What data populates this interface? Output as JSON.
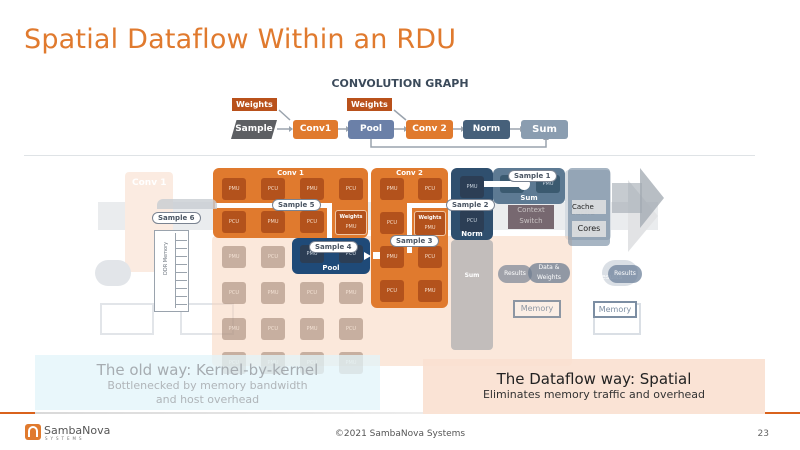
{
  "slide": {
    "title": "Spatial Dataflow Within an RDU",
    "page_number": "23",
    "copyright": "©2021 SambaNova Systems",
    "logo": {
      "name": "SambaNova",
      "sub": "SYSTEMS"
    }
  },
  "graph": {
    "title": "CONVOLUTION GRAPH",
    "weights_labels": [
      "Weights",
      "Weights"
    ],
    "nodes": [
      {
        "label": "Sample",
        "color": "#5d5f63"
      },
      {
        "label": "Conv1",
        "color": "#e07a2e"
      },
      {
        "label": "Pool",
        "color": "#6b80a8"
      },
      {
        "label": "Conv 2",
        "color": "#e07a2e"
      },
      {
        "label": "Norm",
        "color": "#46607a"
      },
      {
        "label": "Sum",
        "color": "#8a9db0"
      }
    ]
  },
  "diagram": {
    "regions": {
      "conv1": "Conv 1",
      "conv2": "Conv 2",
      "pool": "Pool",
      "norm": "Norm",
      "sum": "Sum"
    },
    "units": {
      "pmu": "PMU",
      "pcu": "PCU",
      "weights": "Weights"
    },
    "samples": [
      "Sample 1",
      "Sample 2",
      "Sample 3",
      "Sample 4",
      "Sample 5",
      "Sample 6"
    ],
    "ddr_memory": "DDR Memory",
    "ghost_labels": {
      "conv1": "Conv 1",
      "context_switch": "Context Switch",
      "cache": "Cache",
      "cores": "Cores",
      "data_weights": "Data & Weights",
      "results": "Results",
      "memory": "Memory",
      "sum": "Sum"
    }
  },
  "captions": {
    "old": {
      "line1": "The old way: Kernel-by-kernel",
      "line2": "Bottlenecked by memory bandwidth",
      "line3": "and host overhead"
    },
    "new": {
      "line1": "The Dataflow way: Spatial",
      "line2": "Eliminates memory traffic and overhead"
    }
  },
  "colors": {
    "accent_orange": "#e07a2e",
    "dark_blue": "#1f4a78",
    "slate": "#46607a"
  }
}
